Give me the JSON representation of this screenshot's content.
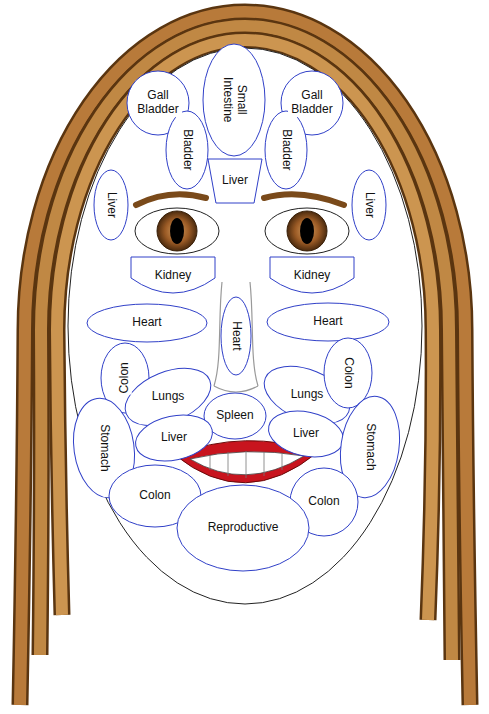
{
  "diagram": {
    "nodes": [
      {
        "text": [
          "Gall Bladder"
        ]
      },
      {
        "text": [
          "Small Intestine"
        ]
      },
      {
        "text": [
          "Gall Bladder"
        ]
      },
      {
        "text": [
          "Bladder"
        ]
      },
      {
        "text": [
          "Bladder"
        ]
      },
      {
        "text": [
          "Liver"
        ]
      },
      {
        "text": [
          "Liver"
        ]
      },
      {
        "text": [
          "Liver"
        ]
      },
      {
        "text": [
          "Kidney"
        ]
      },
      {
        "text": [
          "Kidney"
        ]
      },
      {
        "text": [
          "Heart"
        ]
      },
      {
        "text": [
          "Heart"
        ]
      },
      {
        "text": [
          "Heart"
        ]
      },
      {
        "text": [
          "Colon"
        ]
      },
      {
        "text": [
          "Lungs"
        ]
      },
      {
        "text": [
          "Lungs"
        ]
      },
      {
        "text": [
          "Colon"
        ]
      },
      {
        "text": [
          "Stomach"
        ]
      },
      {
        "text": [
          "Spleen"
        ]
      },
      {
        "text": [
          "Liver"
        ]
      },
      {
        "text": [
          "Liver"
        ]
      },
      {
        "text": [
          "Stomach"
        ]
      },
      {
        "text": [
          "Colon"
        ]
      },
      {
        "text": [
          "Colon"
        ]
      },
      {
        "text": [
          "Reproductive"
        ]
      }
    ]
  }
}
